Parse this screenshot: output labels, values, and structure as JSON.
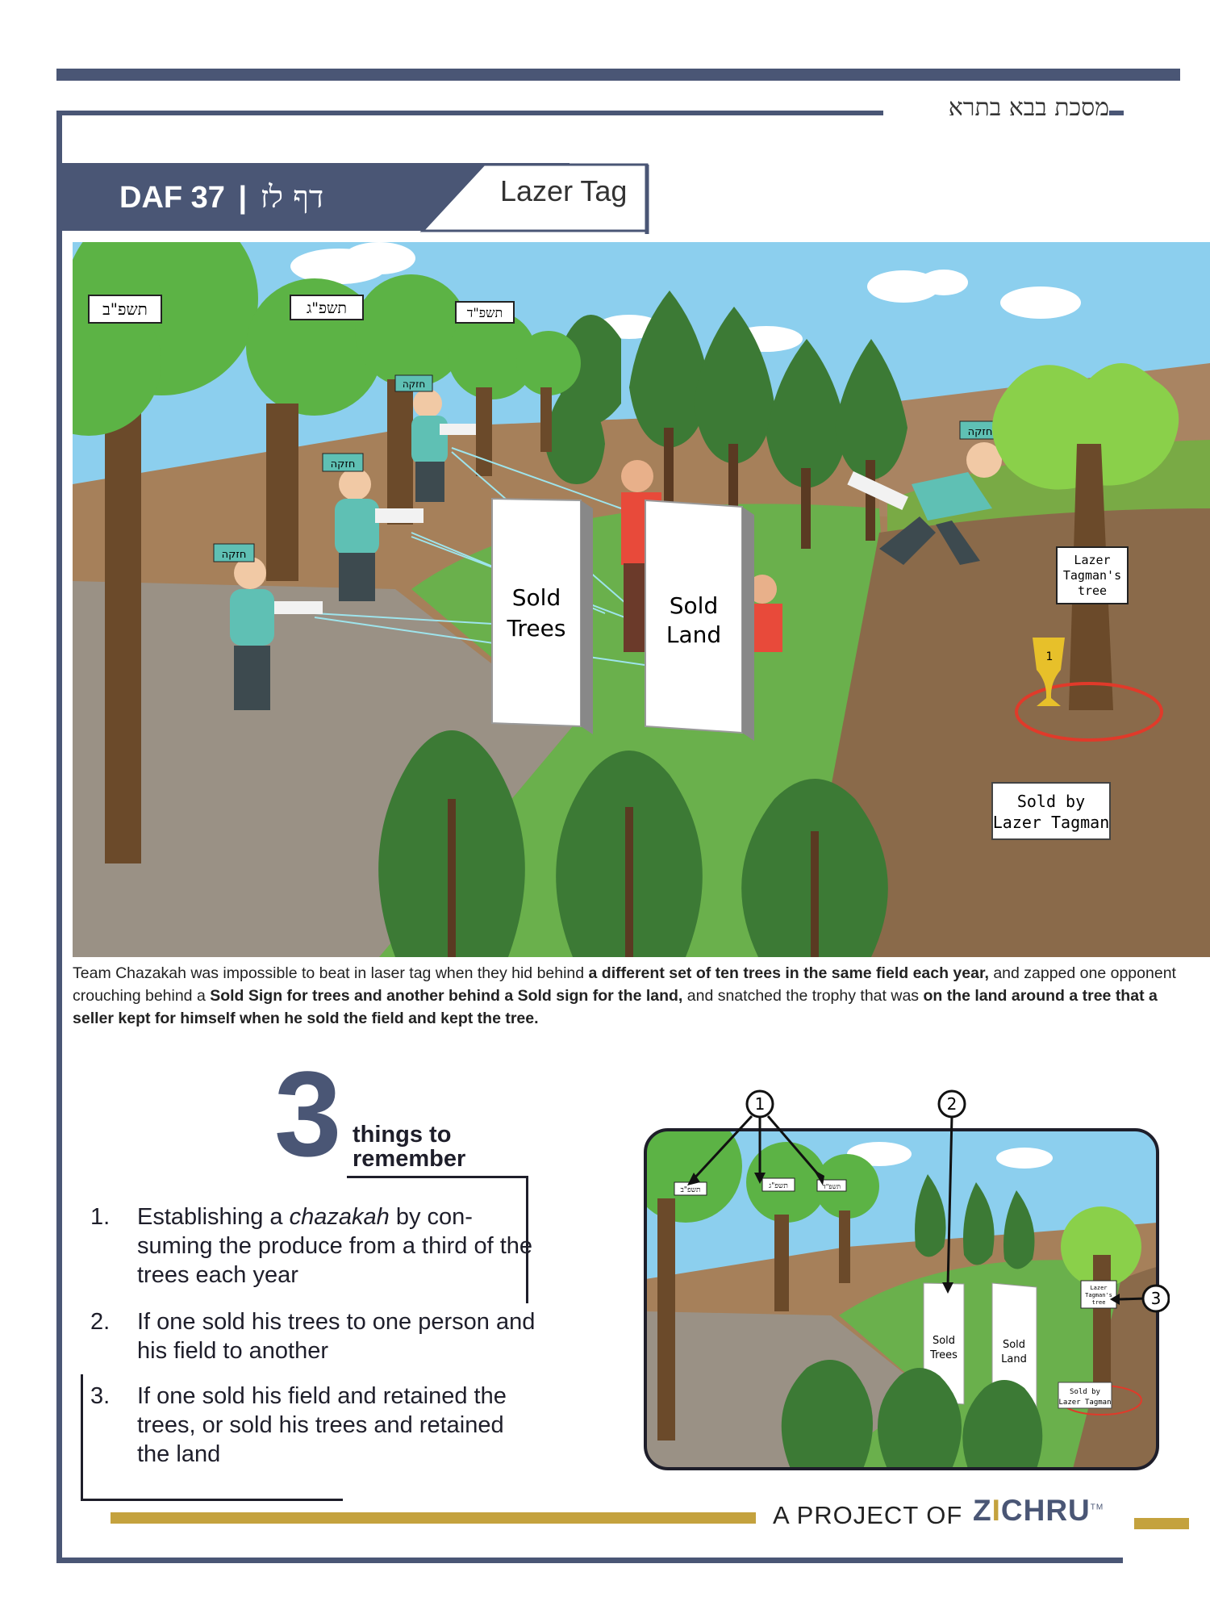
{
  "tractate": "מסכת בבא בתרא",
  "header": {
    "daf_english": "DAF 37",
    "separator": "|",
    "daf_hebrew": "דף לז",
    "subtitle": "Lazer Tag"
  },
  "illustration": {
    "tree_labels": [
      "תשפ\"ב",
      "תשפ\"ג",
      "תשפ\"ד"
    ],
    "player_badge": "חזקה",
    "sign_trees_1": "Sold",
    "sign_trees_2": "Trees",
    "sign_land_1": "Sold",
    "sign_land_2": "Land",
    "tree_sign_1": "Lazer",
    "tree_sign_2": "Tagman's",
    "tree_sign_3": "tree",
    "sold_by_1": "Sold by",
    "sold_by_2": "Lazer Tagman",
    "trophy_number": "1"
  },
  "caption": {
    "p1": "Team Chazakah was impossible to beat in laser tag when they hid behind ",
    "b1": "a different set of ten trees in the same field each year,",
    "p2": " and zapped one opponent crouching behind a ",
    "b2": "Sold Sign for trees and another behind a Sold sign for the land,",
    "p3": " and snatched the trophy that was ",
    "b3": "on the land around a tree that a seller kept for himself when he sold the field and kept the tree."
  },
  "things": {
    "big_number": "3",
    "line1": "things to",
    "line2": "remember",
    "items": [
      {
        "num": "1.",
        "pre": "Establishing a ",
        "em": "chazakah",
        "post": " by con-suming the produce from a third of the trees each year"
      },
      {
        "num": "2.",
        "text": "If one sold his trees to one person and his field to another"
      },
      {
        "num": "3.",
        "text": "If one sold his field and retained the trees, or sold his trees and retained the land"
      }
    ]
  },
  "thumbnail": {
    "callouts": [
      "1",
      "2",
      "3"
    ]
  },
  "footer": {
    "project_of": "A PROJECT OF",
    "logo_pre": "Z",
    "logo_i": "I",
    "logo_post": "CHRU",
    "tm": "TM"
  },
  "colors": {
    "frame": "#4a5675",
    "gold": "#c4a23e",
    "sky": "#8ccfee",
    "grass": "#6ab04c",
    "team_shirt": "#5fc0b4"
  }
}
